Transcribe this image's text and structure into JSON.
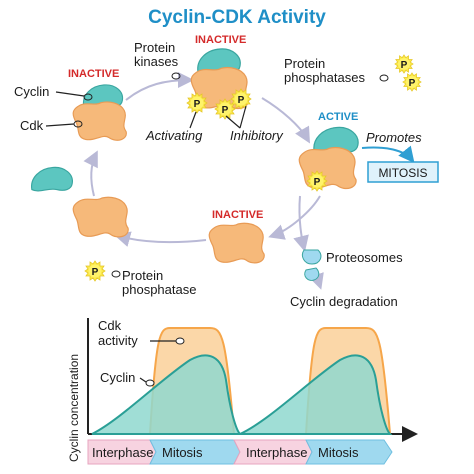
{
  "title": "Cyclin-CDK Activity",
  "states": {
    "inactive_top": "INACTIVE",
    "inactive_left": "INACTIVE",
    "inactive_bottom": "INACTIVE",
    "active": "ACTIVE"
  },
  "labels": {
    "cyclin": "Cyclin",
    "cdk": "Cdk",
    "protein_kinases_1": "Protein",
    "protein_kinases_2": "kinases",
    "protein_phosphatases_1": "Protein",
    "protein_phosphatases_2": "phosphatases",
    "activating": "Activating",
    "inhibitory": "Inhibitory",
    "promotes": "Promotes",
    "mitosis_box": "MITOSIS",
    "proteosomes": "Proteosomes",
    "cyclin_degradation": "Cyclin degradation",
    "protein_phosphatase_1": "Protein",
    "protein_phosphatase_2": "phosphatase",
    "phosphate": "P"
  },
  "graph": {
    "y_axis_label": "Cyclin concentration",
    "cdk_activity_1": "Cdk",
    "cdk_activity_2": "activity",
    "cyclin_label": "Cyclin",
    "phases": [
      "Interphase",
      "Mitosis",
      "Interphase",
      "Mitosis"
    ]
  },
  "colors": {
    "title_blue": "#1f8fc7",
    "inactive_red": "#d42a2a",
    "cdk_orange": "#f6b97a",
    "cyclin_teal": "#5cc6c0",
    "phosphate_yellow": "#fbe94a",
    "interphase_pink": "#f7d3e0",
    "mitosis_blue": "#9fd9ef"
  },
  "icons": [
    "cdk-protein-icon",
    "cyclin-protein-icon",
    "phosphate-icon",
    "cycle-arrow-icon",
    "proteosome-icon"
  ]
}
